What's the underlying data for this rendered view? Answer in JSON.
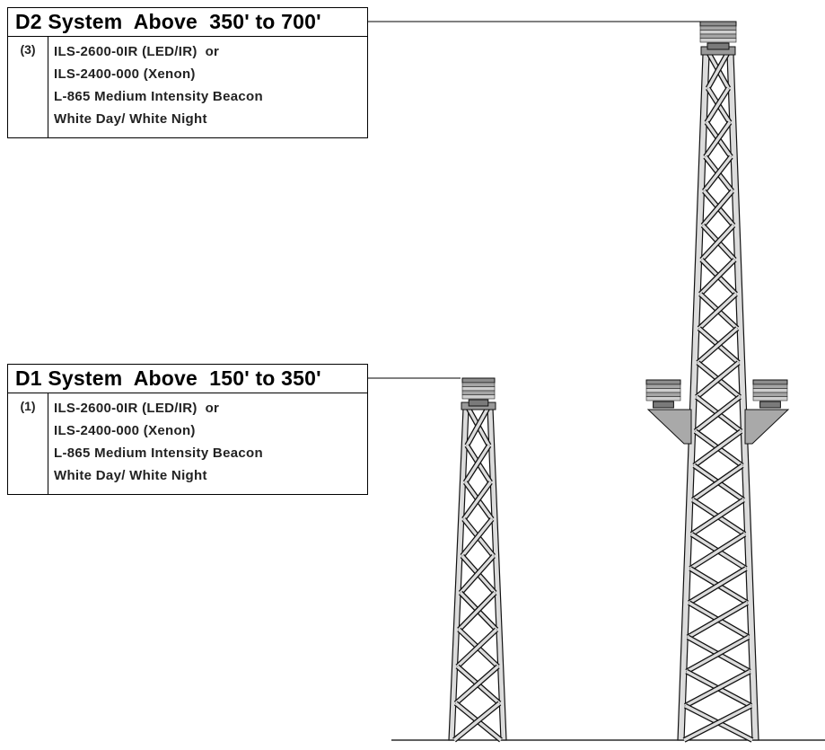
{
  "systems": [
    {
      "title": "D2 System  Above  350' to 700'",
      "quantity": "(3)",
      "lines": [
        "ILS-2600-0IR (LED/IR)  or",
        "ILS-2400-000 (Xenon)",
        "L-865 Medium Intensity Beacon",
        "White Day/ White Night"
      ]
    },
    {
      "title": "D1 System  Above  150' to 350'",
      "quantity": "(1)",
      "lines": [
        "ILS-2600-0IR (LED/IR)  or",
        "ILS-2400-000 (Xenon)",
        "L-865 Medium Intensity Beacon",
        "White Day/ White Night"
      ]
    }
  ],
  "colors": {
    "tower_fill": "#dcdcdc",
    "tower_stroke": "#111111",
    "beacon_fill": "#bfbfbf",
    "bracket_fill": "#a9a9a9"
  }
}
